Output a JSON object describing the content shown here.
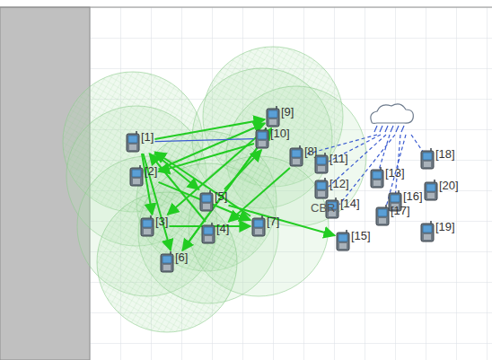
{
  "diagram": {
    "nodes": [
      {
        "text": [
          "[1]"
        ]
      },
      {
        "text": [
          "[9]"
        ]
      },
      {
        "text": [
          "[10]"
        ]
      },
      {
        "text": [
          "[8]"
        ]
      },
      {
        "text": [
          "[11]"
        ]
      },
      {
        "text": [
          "[18]"
        ]
      },
      {
        "text": [
          "[2]"
        ]
      },
      {
        "text": [
          "[13]"
        ]
      },
      {
        "text": [
          "[12]"
        ]
      },
      {
        "text": [
          "[20]"
        ]
      },
      {
        "text": [
          "[5]"
        ]
      },
      {
        "text": [
          "[16]"
        ]
      },
      {
        "text": [
          "[14]"
        ]
      },
      {
        "text": [
          "[17]"
        ]
      },
      {
        "text": [
          "[3]"
        ]
      },
      {
        "text": [
          "[4]"
        ]
      },
      {
        "text": [
          "[7]"
        ]
      },
      {
        "text": [
          "[15]"
        ]
      },
      {
        "text": [
          "[19]"
        ]
      },
      {
        "text": [
          "[6]"
        ]
      }
    ],
    "edges": [
      {
        "from": 0,
        "to": 1,
        "arrow": "to"
      },
      {
        "from": 0,
        "to": 10,
        "arrow": "to"
      },
      {
        "from": 0,
        "to": 14,
        "arrow": "to"
      },
      {
        "from": 0,
        "to": 19,
        "arrow": "to"
      },
      {
        "from": 6,
        "to": 1,
        "arrow": "to"
      },
      {
        "from": 6,
        "to": 16,
        "arrow": "to"
      },
      {
        "from": 1,
        "to": 14,
        "arrow": "to"
      },
      {
        "from": 1,
        "to": 19,
        "arrow": "to"
      },
      {
        "from": 14,
        "to": 16,
        "arrow": "to"
      },
      {
        "from": 15,
        "to": 0,
        "arrow": "to"
      },
      {
        "from": 10,
        "to": 2,
        "arrow": "to"
      },
      {
        "from": 19,
        "to": 1,
        "arrow": "to"
      },
      {
        "from": 16,
        "to": 0,
        "arrow": "to"
      },
      {
        "from": 2,
        "to": 6,
        "arrow": "to"
      },
      {
        "from": 10,
        "to": 17,
        "arrow": "to"
      },
      {
        "from": 3,
        "to": 15,
        "arrow": "to"
      },
      {
        "from": 0,
        "to": 2,
        "arrow": "none"
      }
    ],
    "labels": [
      "CBR"
    ]
  }
}
